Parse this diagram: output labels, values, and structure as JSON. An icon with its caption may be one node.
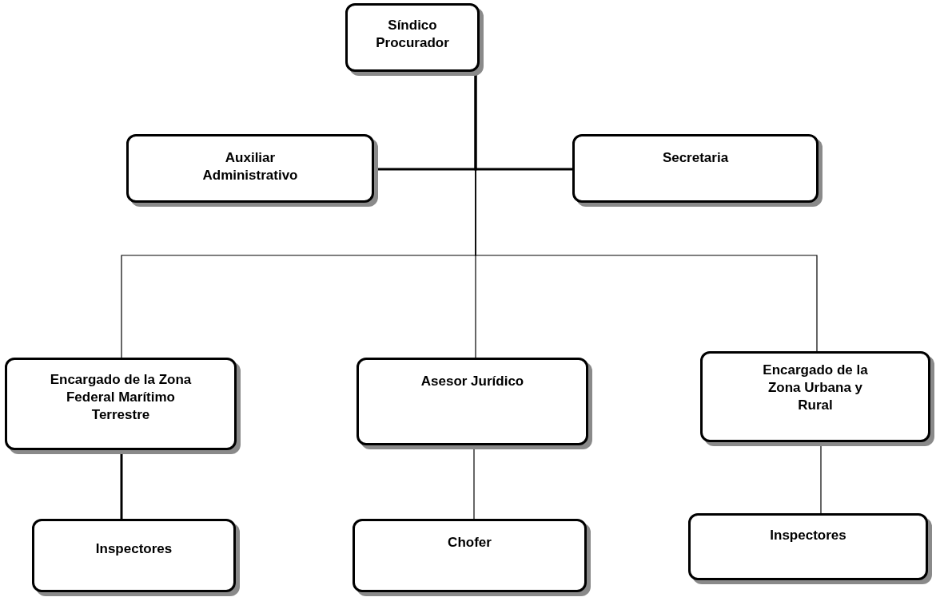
{
  "diagram": {
    "nodes": [
      {
        "text": [
          "Síndico Procurador"
        ]
      },
      {
        "text": [
          "Auxiliar Administrativo"
        ]
      },
      {
        "text": [
          "Secretaria"
        ]
      },
      {
        "text": [
          "Encargado de la Zona Federal Marítimo Terrestre"
        ]
      },
      {
        "text": [
          "Asesor Jurídico"
        ]
      },
      {
        "text": [
          "Encargado de la Zona Urbana y Rural"
        ]
      },
      {
        "text": [
          "Inspectores"
        ]
      },
      {
        "text": [
          "Chofer"
        ]
      },
      {
        "text": [
          "Inspectores"
        ]
      }
    ],
    "edges": [
      {
        "from": 0,
        "to": 1,
        "arrow": "none",
        "style": "thick"
      },
      {
        "from": 0,
        "to": 2,
        "arrow": "none",
        "style": "thick"
      },
      {
        "from": 0,
        "to": 3,
        "arrow": "none"
      },
      {
        "from": 0,
        "to": 4,
        "arrow": "none"
      },
      {
        "from": 0,
        "to": 5,
        "arrow": "none"
      },
      {
        "from": 3,
        "to": 6,
        "arrow": "none",
        "style": "thick"
      },
      {
        "from": 4,
        "to": 7,
        "arrow": "none"
      },
      {
        "from": 5,
        "to": 8,
        "arrow": "none"
      }
    ]
  }
}
